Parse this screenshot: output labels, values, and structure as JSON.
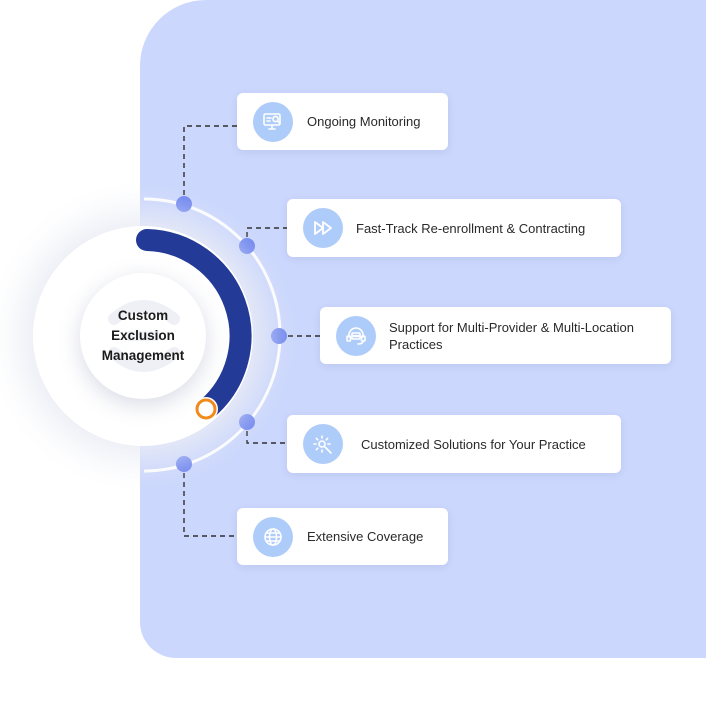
{
  "hub": {
    "title": "Custom Exclusion Management"
  },
  "items": [
    {
      "label": "Ongoing Monitoring",
      "icon": "monitor-search-icon"
    },
    {
      "label": "Fast-Track Re-enrollment & Contracting",
      "icon": "fast-forward-icon"
    },
    {
      "label": "Support for Multi-Provider & Multi-Location Practices",
      "icon": "support-headset-icon"
    },
    {
      "label": "Customized Solutions for Your Practice",
      "icon": "gear-wrench-icon"
    },
    {
      "label": "Extensive Coverage",
      "icon": "globe-icon"
    }
  ],
  "colors": {
    "panel": "#cbd7fd",
    "arc": "#233a96",
    "node": "#6f86ef",
    "icon_bg": "#aeccf9",
    "progress_marker": "#f28a1b"
  }
}
